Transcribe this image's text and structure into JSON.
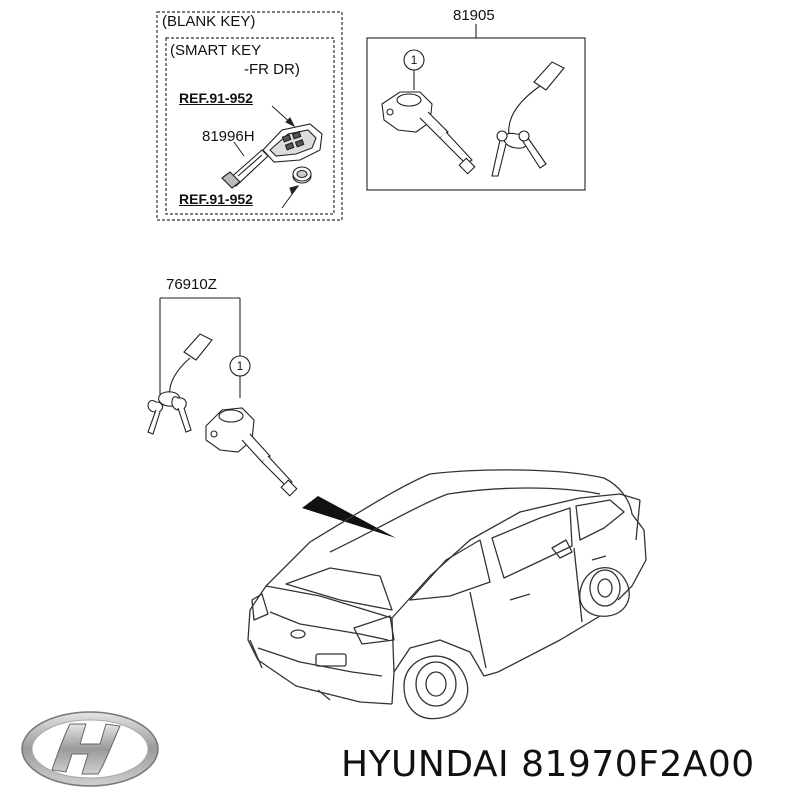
{
  "groups": {
    "blank_key": {
      "title": "(BLANK KEY)",
      "smart_key_line1": "(SMART KEY",
      "smart_key_line2": "-FR DR)",
      "ref_top": "REF.91-952",
      "part_81996h": "81996H",
      "ref_bottom": "REF.91-952"
    },
    "group_81905": {
      "label": "81905",
      "callout": "1"
    },
    "group_76910z": {
      "label": "76910Z",
      "callout": "1"
    }
  },
  "footer": {
    "brand_text": "HYUNDAI 81970F2A00",
    "logo": "hyundai-logo"
  }
}
